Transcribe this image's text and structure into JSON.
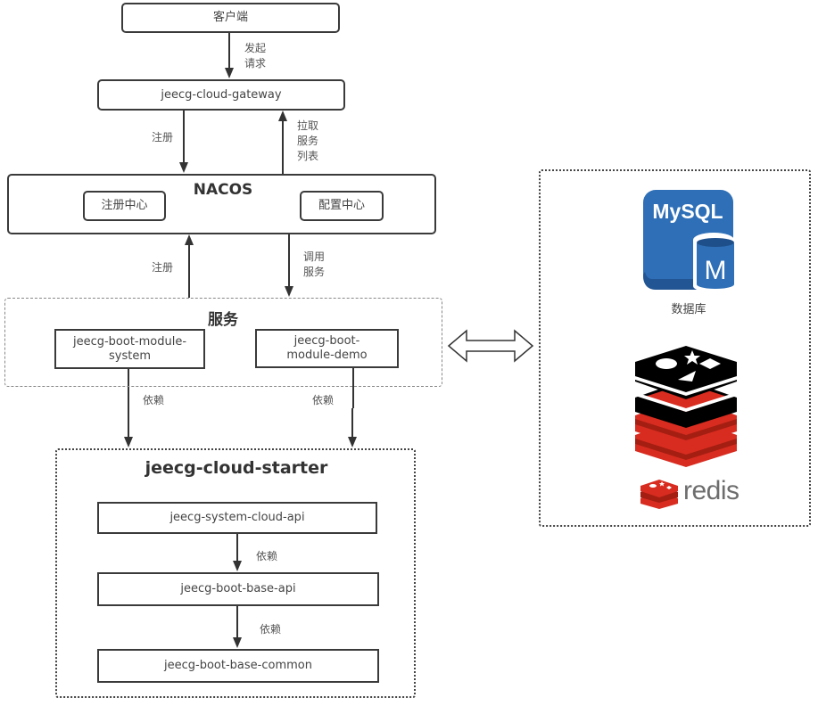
{
  "nodes": {
    "client": "客户端",
    "gateway": "jeecg-cloud-gateway",
    "nacos": {
      "title": "NACOS",
      "registry": "注册中心",
      "config": "配置中心"
    },
    "services": {
      "title": "服务",
      "module_system": "jeecg-boot-module-\nsystem",
      "module_demo": "jeecg-boot-\nmodule-demo"
    },
    "starter": {
      "title": "jeecg-cloud-starter",
      "system_cloud_api": "jeecg-system-cloud-api",
      "base_api": "jeecg-boot-base-api",
      "base_common": "jeecg-boot-base-common"
    },
    "storage": {
      "mysql_icon_text": "MySQL",
      "mysql_cylinder_letter": "M",
      "mysql_caption": "数据库",
      "redis_caption": "redis"
    }
  },
  "edges": {
    "client_to_gateway": "发起\n请求",
    "gateway_to_nacos": "注册",
    "nacos_to_gateway": "拉取\n服务\n列表",
    "services_to_nacos": "注册",
    "nacos_to_services": "调用\n服务",
    "system_to_starter": "依赖",
    "demo_to_starter": "依赖",
    "cloudapi_to_baseapi": "依赖",
    "baseapi_to_common": "依赖"
  },
  "colors": {
    "mysql_blue": "#2e6fb7",
    "redis_red": "#d82c20",
    "redis_dark_red": "#a41e11",
    "stroke": "#3a3a3a"
  }
}
